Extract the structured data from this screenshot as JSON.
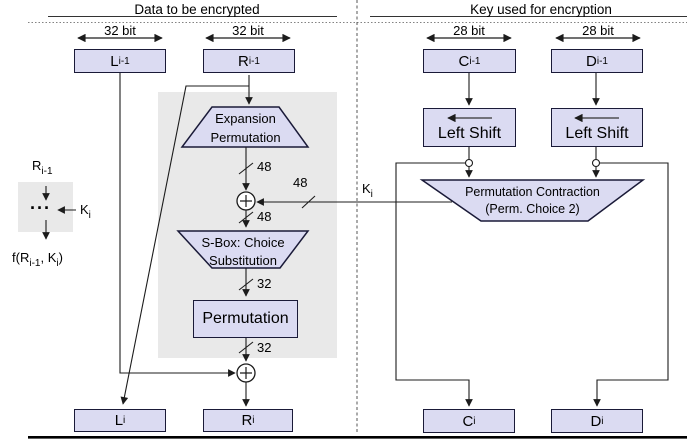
{
  "header": {
    "left_title": "Data to be encrypted",
    "right_title": "Key used for encryption"
  },
  "bit_widths": {
    "left1": "32 bit",
    "left2": "32 bit",
    "right1": "28 bit",
    "right2": "28 bit"
  },
  "registers": {
    "l_prev": {
      "base": "L",
      "sub": "i-1"
    },
    "r_prev": {
      "base": "R",
      "sub": "i-1"
    },
    "c_prev": {
      "base": "C",
      "sub": "i-1"
    },
    "d_prev": {
      "base": "D",
      "sub": "i-1"
    },
    "l_next": {
      "base": "L",
      "sub": "i"
    },
    "r_next": {
      "base": "R",
      "sub": "i"
    },
    "c_next": {
      "base": "C",
      "sub": "i"
    },
    "d_next": {
      "base": "D",
      "sub": "i"
    }
  },
  "blocks": {
    "expansion_line1": "Expansion",
    "expansion_line2": "Permutation",
    "sbox_line1": "S-Box: Choice",
    "sbox_line2": "Substitution",
    "permutation": "Permutation",
    "left_shift_c": "Left Shift",
    "left_shift_d": "Left Shift",
    "perm_contraction_line1": "Permutation Contraction",
    "perm_contraction_line2": "(Perm. Choice 2)"
  },
  "wire_labels": {
    "expansion_out_bits": "48",
    "key_in_bits": "48",
    "xor_out_bits": "48",
    "sbox_out_bits": "32",
    "permutation_out_bits": "32",
    "key": {
      "base": "K",
      "sub": "i"
    }
  },
  "legend": {
    "input": {
      "base": "R",
      "sub": "i-1"
    },
    "dots": "···",
    "key": {
      "base": "K",
      "sub": "i"
    },
    "output": {
      "p1": "f(R",
      "s1": "i-1",
      "p2": ", K",
      "s2": "i",
      "p3": ")"
    }
  },
  "colors": {
    "box_fill": "#dbdbf2",
    "box_border": "#1a1a38",
    "panel_gray": "#e9e9e9",
    "wire": "#1c1c1c"
  }
}
